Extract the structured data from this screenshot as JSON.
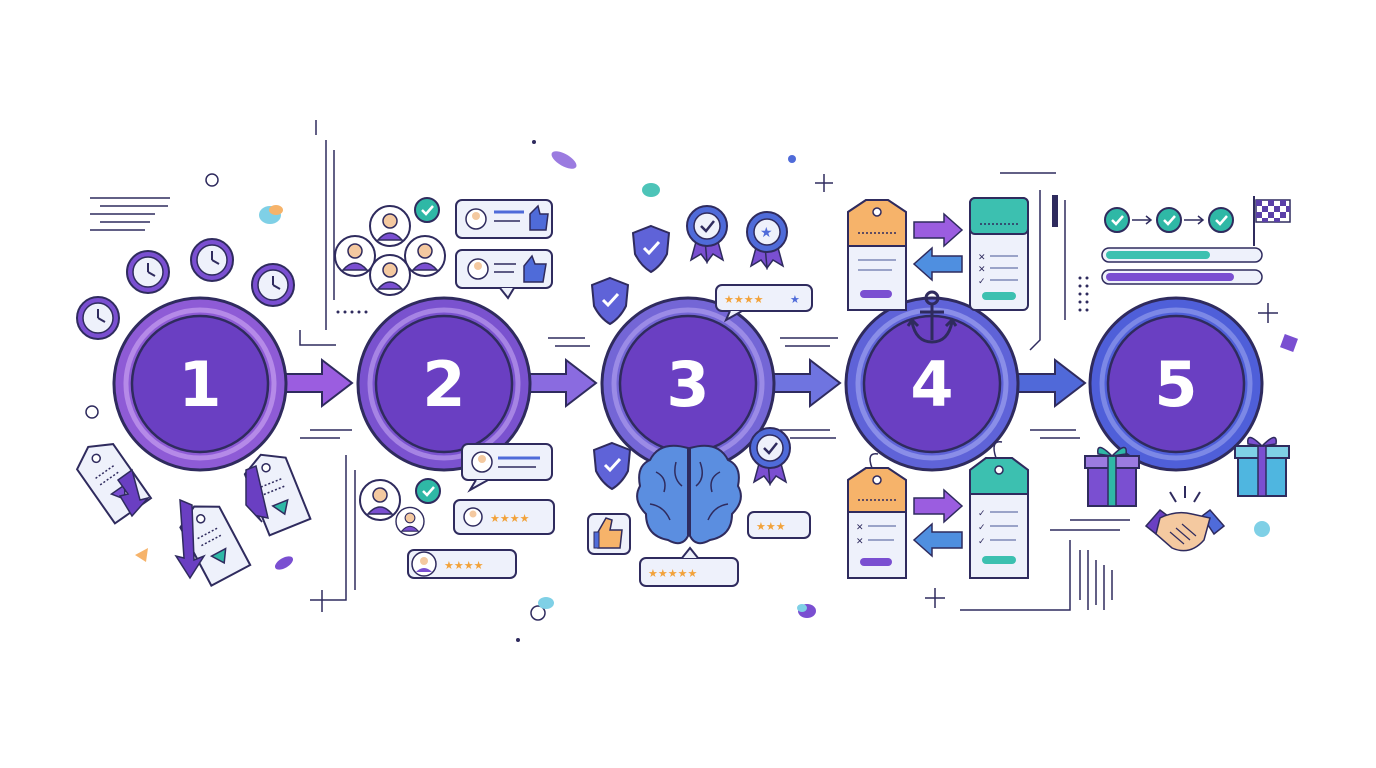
{
  "steps": [
    {
      "number": "1",
      "label": "step-1",
      "outer": "#8e5bd6",
      "ring": "#b58ae8",
      "inner": "#6a3fc2"
    },
    {
      "number": "2",
      "label": "step-2",
      "outer": "#7a52cf",
      "ring": "#a684e4",
      "inner": "#6a3fc2"
    },
    {
      "number": "3",
      "label": "step-3",
      "outer": "#7466d6",
      "ring": "#9b8be6",
      "inner": "#6a3fc2"
    },
    {
      "number": "4",
      "label": "step-4",
      "outer": "#5f63d8",
      "ring": "#8a8ee8",
      "inner": "#6a3fc2"
    },
    {
      "number": "5",
      "label": "step-5",
      "outer": "#4f5fd9",
      "ring": "#7c88e6",
      "inner": "#6a3fc2"
    }
  ],
  "colors": {
    "purple": "#7a4fd1",
    "violet": "#6a3fc2",
    "blue": "#4f6bd9",
    "teal": "#2fb8a6",
    "orange": "#f6b36a",
    "outline": "#2f2b5e",
    "light": "#eef1fb",
    "star": "#f2a23a",
    "skin": "#f4c9a0"
  },
  "icons": {
    "step1": [
      "clock-icon",
      "price-tag-icon",
      "down-arrow-icon"
    ],
    "step2": [
      "user-avatar-icon",
      "review-card-icon",
      "thumbs-up-icon",
      "check-badge-icon",
      "star-rating-icon"
    ],
    "step3": [
      "shield-check-icon",
      "award-ribbon-icon",
      "brain-icon",
      "star-rating-icon",
      "thumbs-up-icon"
    ],
    "step4": [
      "price-tag-icon",
      "checklist-card-icon",
      "anchor-icon",
      "swap-arrows-icon"
    ],
    "step5": [
      "progress-checks-icon",
      "finish-flag-icon",
      "progress-bar-icon",
      "gift-box-icon",
      "handshake-icon"
    ]
  }
}
